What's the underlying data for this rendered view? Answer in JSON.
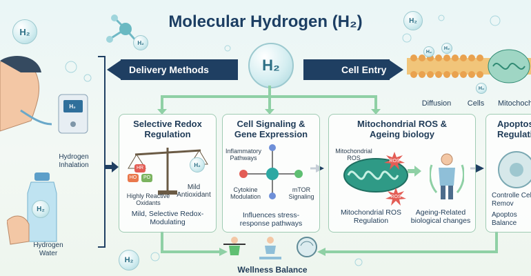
{
  "title": "Molecular Hydrogen (H₂)",
  "center_label": "H₂",
  "h2_token": "H₂",
  "delivery_methods": "Delivery Methods",
  "cell_entry": "Cell Entry",
  "cell_entry_labels": [
    "Diffusion",
    "Cells",
    "Mitochocho"
  ],
  "inhalation_label": "Hydrogen Inhalation",
  "water_label": "Hydrogen Water",
  "panels": {
    "redox": {
      "title": "Selective Redox Regulation",
      "badges": [
        "HR",
        "HO",
        "PO"
      ],
      "oxidants": "Highly Reactive Oxidants",
      "antioxidant": "Mild Antioxidant",
      "caption": "Mild, Selective Redox-Modulating"
    },
    "signaling": {
      "title": "Cell Signaling & Gene Expression",
      "inflammatory": "Inflammatory Pathways",
      "cytokine": "Cytokine Modulation",
      "mtor": "mTOR Signaling",
      "caption": "Influences stress-response pathways"
    },
    "mito": {
      "title": "Mitochondrial ROS & Ageing biology",
      "mito_ros": "Mitochondrial ROS",
      "ros": "ROS",
      "caption_left": "Mitochondrial ROS Regulation",
      "caption_right": "Ageing-Related biological changes"
    },
    "apoptosis": {
      "title": "Apoptos Regulati",
      "caption_a": "Controlle Cell Remov",
      "caption_b": "Apoptos Balance"
    }
  },
  "wellness": "Wellness Balance",
  "colors": {
    "navy": "#1f3f62",
    "green_line": "#8fd0a5",
    "panel_border": "#9fcbb3",
    "mito": "#2f9a86",
    "ros_red": "#e35d55"
  }
}
